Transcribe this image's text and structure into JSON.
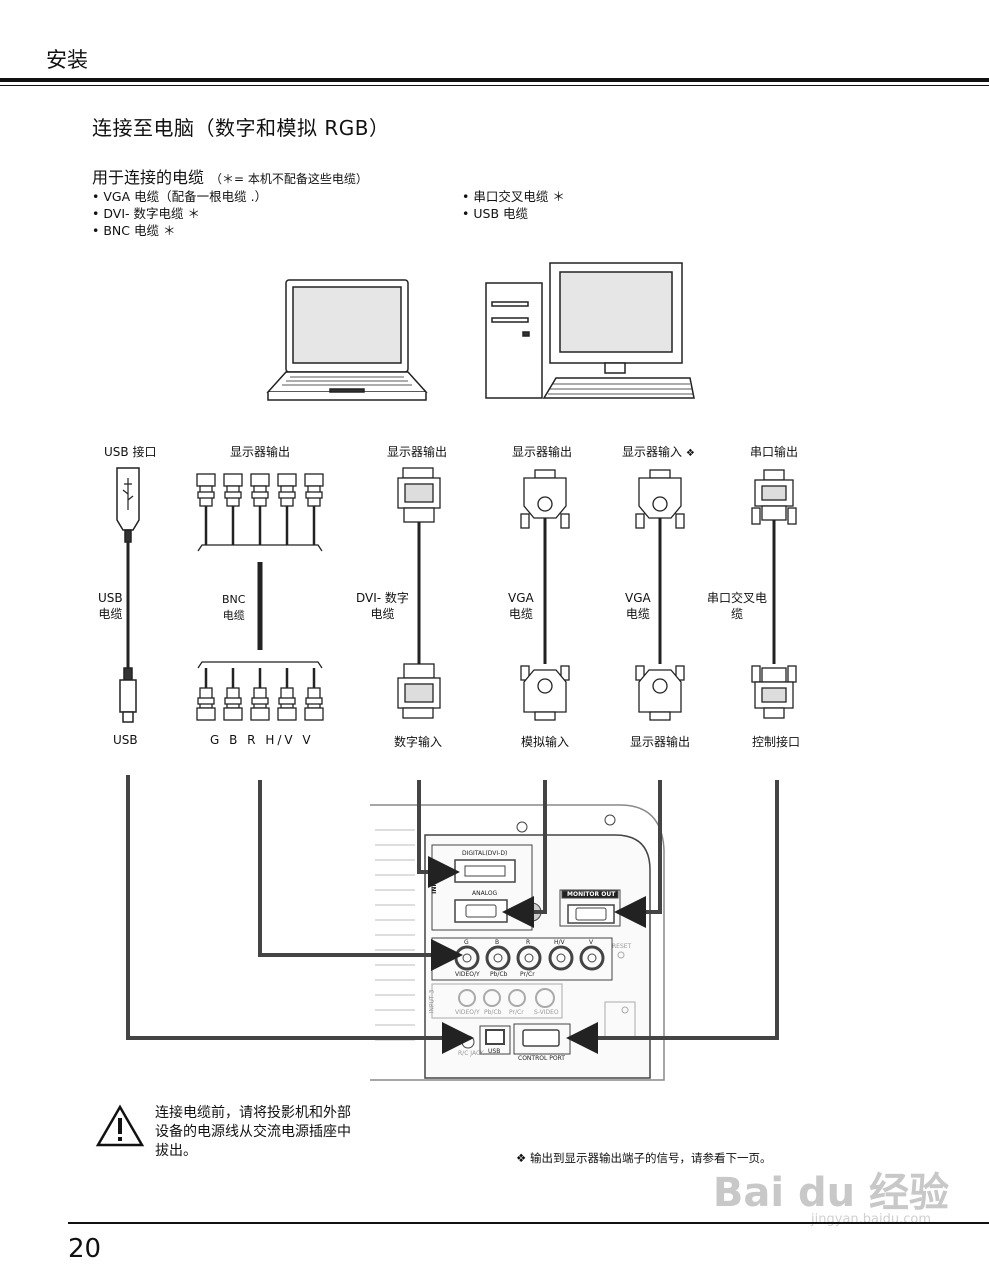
{
  "header": {
    "title": "安装"
  },
  "section_title": "连接至电脑（数字和模拟 RGB）",
  "cables": {
    "heading": "用于连接的电缆",
    "note": "（＊= 本机不配备这些电缆）",
    "left": [
      "VGA 电缆（配备一根电缆 .）",
      "DVI- 数字电缆 ＊",
      "BNC 电缆 ＊"
    ],
    "right": [
      "串口交叉电缆 ＊",
      "USB 电缆"
    ]
  },
  "top_labels": {
    "usb_port": "USB 接口",
    "monitor_out_bnc": "显示器输出",
    "monitor_out_dvi": "显示器输出",
    "monitor_out_vga": "显示器输出",
    "monitor_in": "显示器输入",
    "monitor_in_mark": "❖",
    "serial_out": "串口输出"
  },
  "cable_labels": {
    "usb": [
      "USB",
      "电缆"
    ],
    "bnc": [
      "BNC",
      "电缆"
    ],
    "dvi": [
      "DVI- 数字",
      "电缆"
    ],
    "vga1": [
      "VGA",
      "电缆"
    ],
    "vga2": [
      "VGA",
      "电缆"
    ],
    "serial": [
      "串口交叉电",
      "缆"
    ]
  },
  "bottom_labels": {
    "usb": "USB",
    "bnc": "G B R H/V V",
    "dvi": "数字输入",
    "analog": "模拟输入",
    "monitor_out": "显示器输出",
    "control": "控制接口"
  },
  "panel": {
    "digital": "DIGITAL(DVI-D)",
    "analog": "ANALOG",
    "monitor_out": "MONITOR OUT",
    "input": "INPUT",
    "input2": "IN 2",
    "input3": "INPUT 3",
    "bnc": [
      "G",
      "B",
      "R",
      "H/V",
      "V"
    ],
    "bnc_sub": [
      "VIDEO/Y",
      "Pb/Cb",
      "Pr/Cr"
    ],
    "rca_sub": [
      "VIDEO/Y",
      "Pb/Cb",
      "Pr/Cr",
      "S-VIDEO"
    ],
    "usb": "USB",
    "control_port": "CONTROL PORT",
    "rc_jack": "R/C JACK",
    "reset": "RESET"
  },
  "warning": [
    "连接电缆前，请将投影机和外部",
    "设备的电源线从交流电源插座中",
    "拔出。"
  ],
  "footnote": "❖ 输出到显示器输出端子的信号，请参看下一页。",
  "page_number": "20",
  "watermark": {
    "main": "Bai du 经验",
    "sub": "jingyan.baidu.com"
  }
}
